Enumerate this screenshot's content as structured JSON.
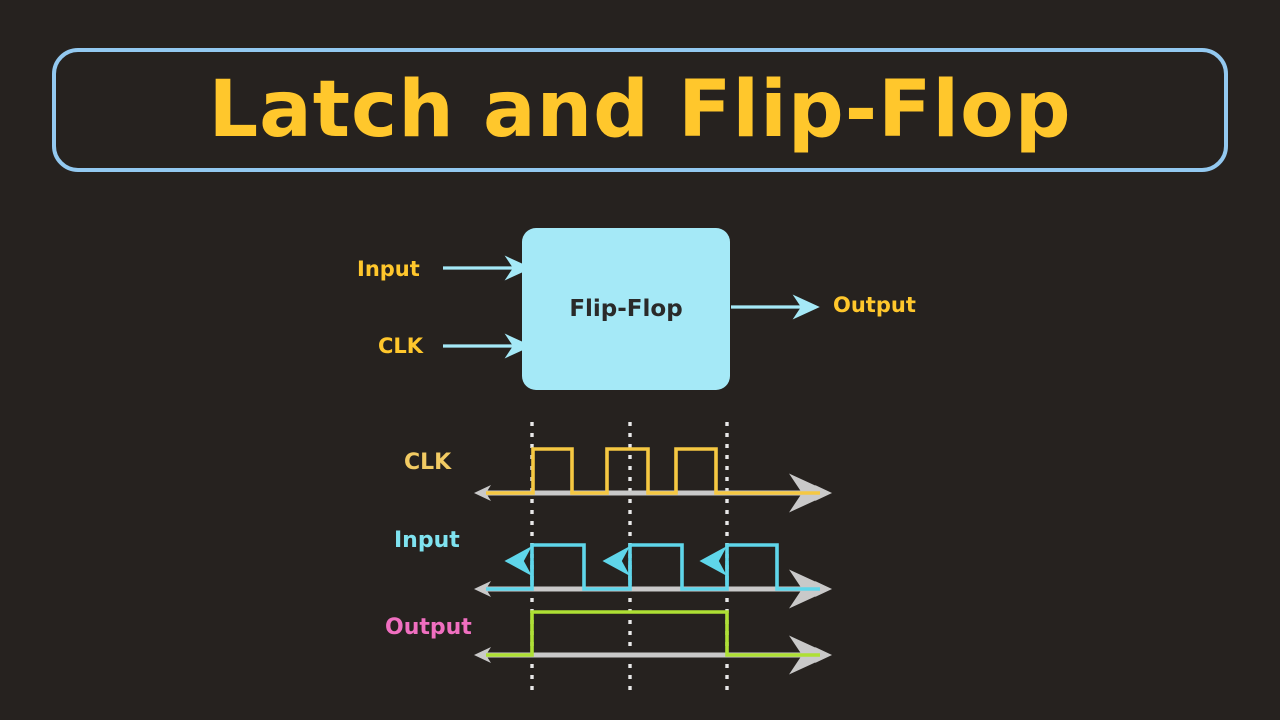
{
  "page": {
    "background_color": "#26221f",
    "title": "Latch and Flip-Flop",
    "title_color": "#ffc72c",
    "title_border_color": "#93c9f0"
  },
  "block_diagram": {
    "box_label": "Flip-Flop",
    "box_color": "#a5e9f7",
    "box_text_color": "#2a2a2a",
    "arrow_color": "#a5e9f7",
    "label_color": "#ffc72c",
    "inputs": [
      {
        "label": "Input"
      },
      {
        "label": "CLK"
      }
    ],
    "outputs": [
      {
        "label": "Output"
      }
    ]
  },
  "timing_diagram": {
    "axis_color": "#c9c9c9",
    "marker_color": "#e8e8e8",
    "edge_markers_x": [
      532,
      630,
      727
    ],
    "rows": [
      {
        "label": "CLK",
        "label_color": "#f2cb63",
        "wave_color": "#f5c842",
        "pulses": [
          {
            "rise": 533,
            "fall": 572
          },
          {
            "rise": 607,
            "fall": 648
          },
          {
            "rise": 676,
            "fall": 716
          }
        ],
        "has_edge_arrows": false
      },
      {
        "label": "Input",
        "label_color": "#7fe3f0",
        "wave_color": "#5fd6ea",
        "pulses": [
          {
            "rise": 532,
            "fall": 584
          },
          {
            "rise": 630,
            "fall": 682
          },
          {
            "rise": 727,
            "fall": 777
          }
        ],
        "has_edge_arrows": true
      },
      {
        "label": "Output",
        "label_color": "#f06fc0",
        "wave_color": "#aee034",
        "pulses": [
          {
            "rise": 532,
            "fall": 727
          }
        ],
        "has_edge_arrows": false
      }
    ]
  }
}
